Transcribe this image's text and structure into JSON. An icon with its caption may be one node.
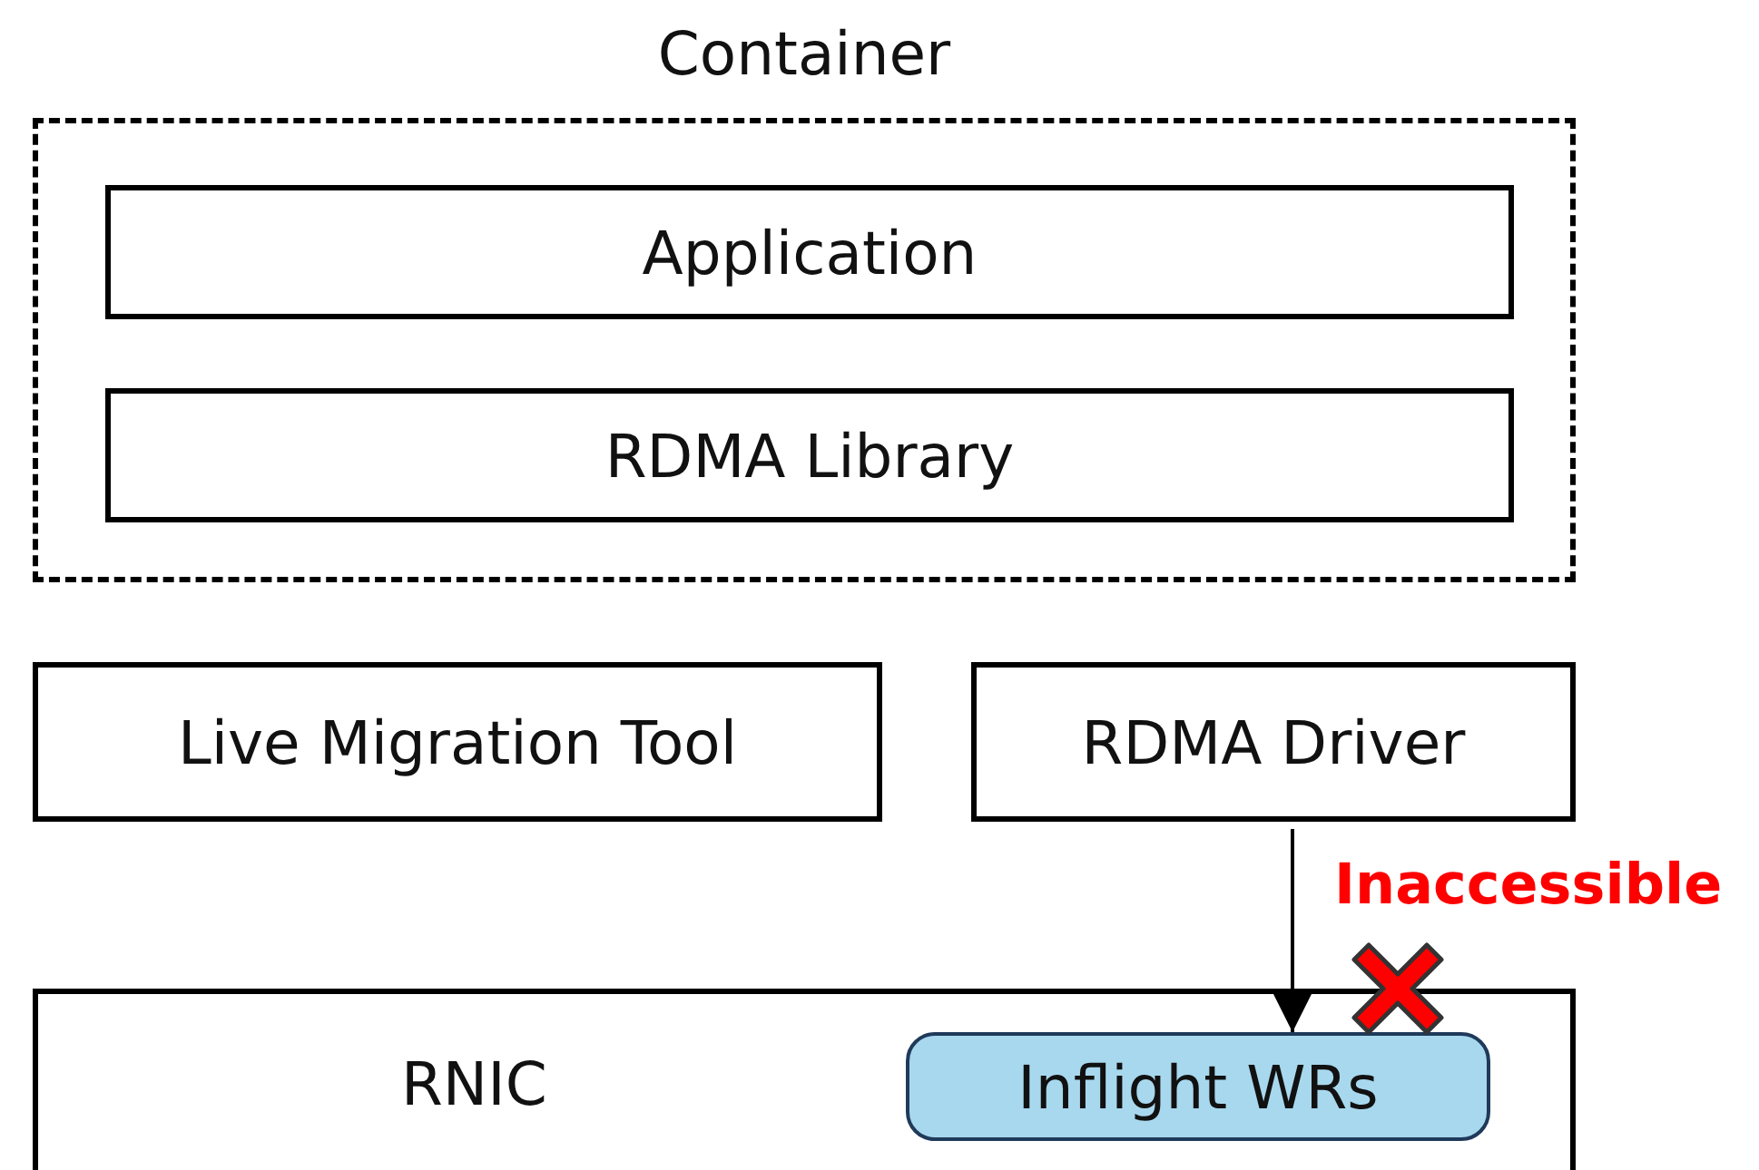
{
  "diagram": {
    "nodes": [
      {
        "text": [
          "Container"
        ]
      },
      {
        "text": [
          "Application"
        ],
        "in": 0
      },
      {
        "text": [
          "RDMA Library"
        ],
        "in": 0
      },
      {
        "text": [
          "Live Migration Tool"
        ]
      },
      {
        "text": [
          "RDMA Driver"
        ]
      },
      {
        "text": [
          "RNIC"
        ]
      },
      {
        "text": [
          "Inflight WRs"
        ],
        "in": 5
      }
    ],
    "edges": [
      {
        "from": 4,
        "to": 6,
        "arrow": "to"
      }
    ],
    "labels": [
      "Inaccessible"
    ]
  }
}
